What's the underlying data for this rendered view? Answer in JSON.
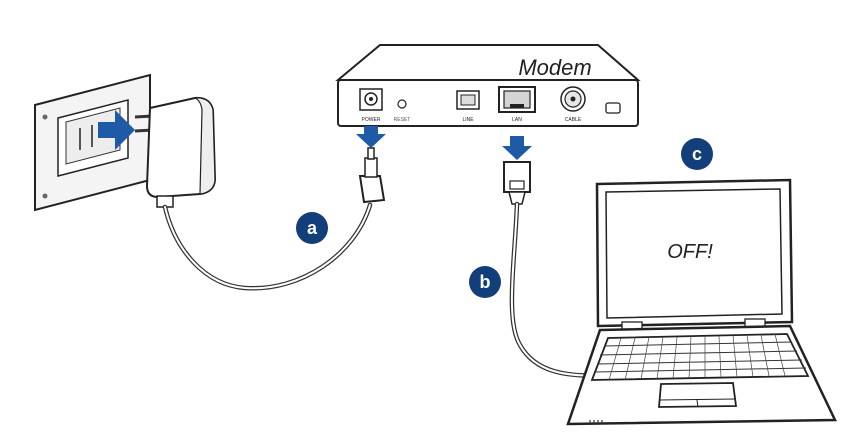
{
  "modem": {
    "title": "Modem",
    "ports": {
      "power": "POWER",
      "reset": "RESET",
      "line": "LINE",
      "lan": "LAN",
      "cable": "CABLE"
    }
  },
  "steps": {
    "a": "a",
    "b": "b",
    "c": "c"
  },
  "laptop": {
    "screen_text": "OFF!"
  },
  "colors": {
    "accent": "#1f5aa6",
    "badge": "#123f7a",
    "outline": "#222222"
  }
}
